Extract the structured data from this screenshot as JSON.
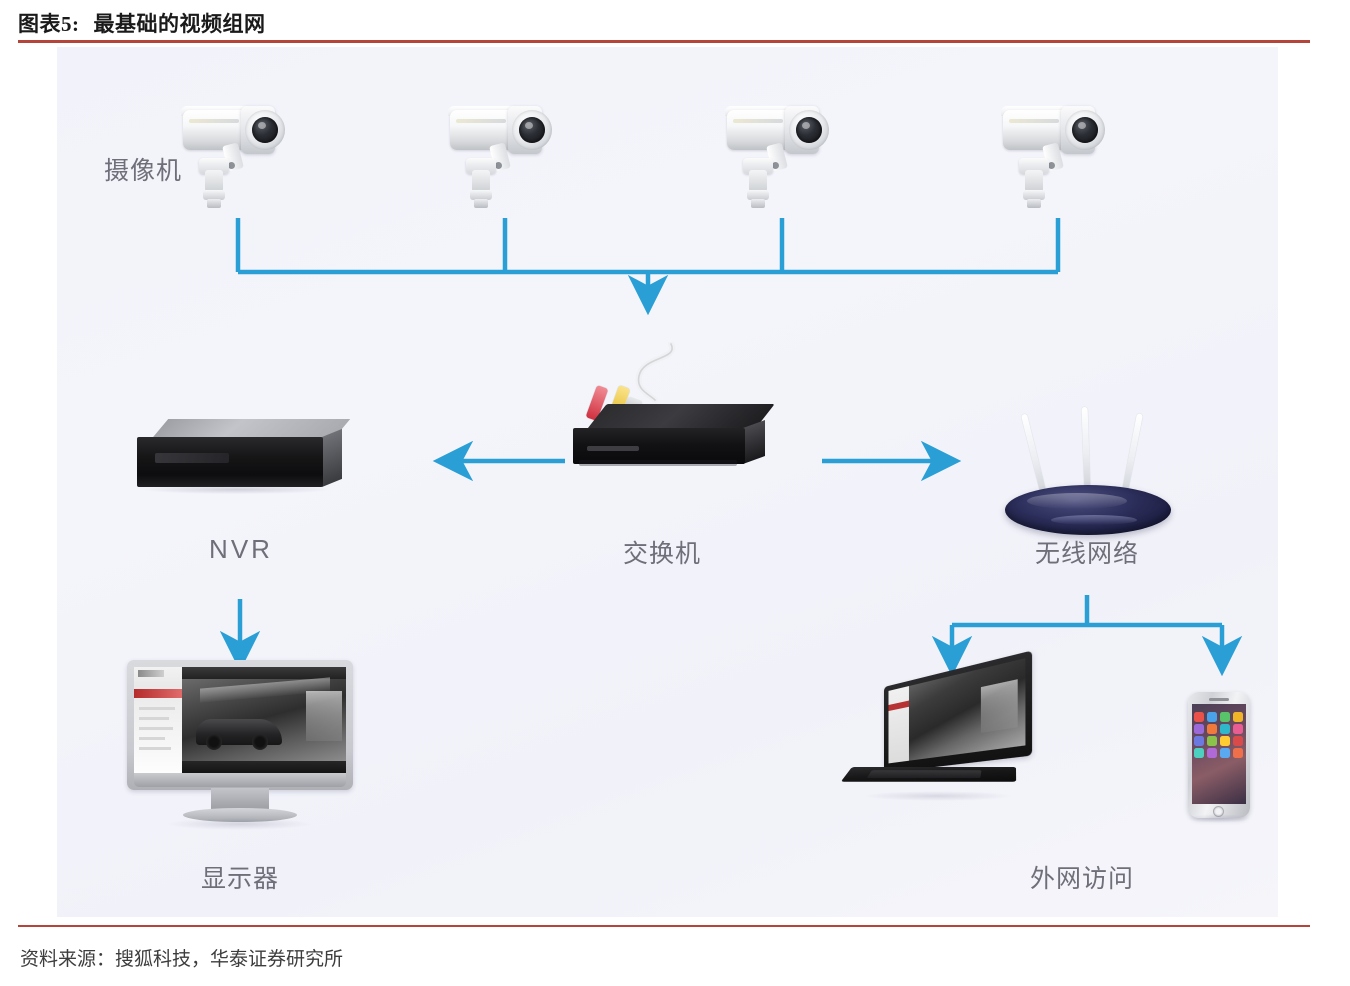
{
  "figure": {
    "number_label": "图表5:",
    "title": "最基础的视频组网",
    "source": "资料来源：搜狐科技，华泰证券研究所",
    "accent_color": "#b5443a",
    "panel_bg": "#f2f3fa",
    "arrow_color": "#2a9fd6",
    "label_color": "#6f6f7a"
  },
  "diagram": {
    "type": "network-topology",
    "labels": {
      "cameras": "摄像机",
      "nvr": "NVR",
      "switch": "交换机",
      "wireless": "无线网络",
      "monitor": "显示器",
      "remote_access": "外网访问"
    },
    "nodes": [
      {
        "id": "camera-1",
        "icon": "bullet-camera-icon",
        "group": "摄像机"
      },
      {
        "id": "camera-2",
        "icon": "bullet-camera-icon",
        "group": "摄像机"
      },
      {
        "id": "camera-3",
        "icon": "bullet-camera-icon",
        "group": "摄像机"
      },
      {
        "id": "camera-4",
        "icon": "bullet-camera-icon",
        "group": "摄像机"
      },
      {
        "id": "switch",
        "icon": "network-switch-icon",
        "label": "交换机"
      },
      {
        "id": "nvr",
        "icon": "nvr-recorder-icon",
        "label": "NVR"
      },
      {
        "id": "wireless",
        "icon": "wireless-router-icon",
        "label": "无线网络"
      },
      {
        "id": "monitor",
        "icon": "desktop-monitor-icon",
        "label": "显示器"
      },
      {
        "id": "laptop",
        "icon": "laptop-icon",
        "label": "外网访问"
      },
      {
        "id": "phone",
        "icon": "smartphone-icon",
        "label": "外网访问"
      }
    ],
    "connections": [
      {
        "from": "camera-1",
        "to": "switch",
        "style": "bus-drop"
      },
      {
        "from": "camera-2",
        "to": "switch",
        "style": "bus-drop"
      },
      {
        "from": "camera-3",
        "to": "switch",
        "style": "bus-drop"
      },
      {
        "from": "camera-4",
        "to": "switch",
        "style": "bus-drop"
      },
      {
        "from": "switch",
        "to": "nvr",
        "style": "arrow-left"
      },
      {
        "from": "switch",
        "to": "wireless",
        "style": "arrow-right"
      },
      {
        "from": "nvr",
        "to": "monitor",
        "style": "arrow-down"
      },
      {
        "from": "wireless",
        "to": "laptop",
        "style": "branch-down"
      },
      {
        "from": "wireless",
        "to": "phone",
        "style": "branch-down"
      }
    ]
  }
}
